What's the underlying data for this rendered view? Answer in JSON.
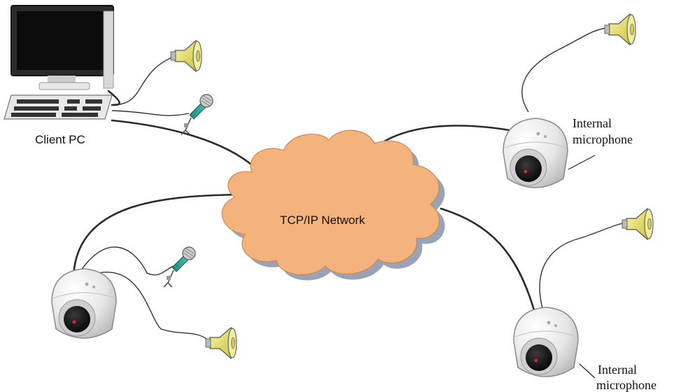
{
  "diagram": {
    "client_pc_label": "Client PC",
    "network_label": "TCP/IP Network",
    "camera_top_right_mic_label": [
      "Internal",
      "microphone"
    ],
    "camera_bottom_right_mic_label": [
      "Internal",
      "microphone"
    ],
    "colors": {
      "cloud_fill": "#f4b27c",
      "cloud_shadow": "#9aa3b5",
      "speaker_yellow": "#e8e36a",
      "mic_teal": "#2a9c8c",
      "camera_body": "#eeeeee"
    }
  }
}
